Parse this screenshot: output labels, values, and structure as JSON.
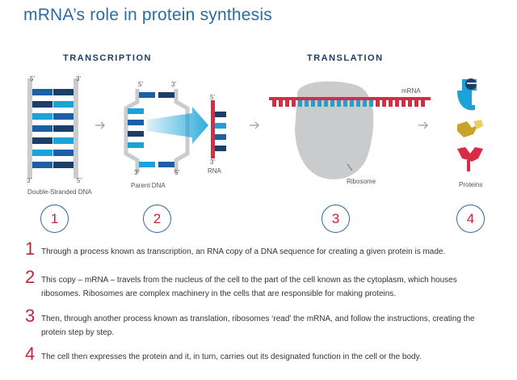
{
  "title": "mRNA’s role in protein synthesis",
  "sections": {
    "transcription": "TRANSCRIPTION",
    "translation": "TRANSLATION"
  },
  "labels": {
    "double_dna": "Double-Stranded DNA",
    "parent_dna": "Parent DNA",
    "rna": "RNA",
    "mrna": "mRNA",
    "ribosome": "Ribosome",
    "proteins": "Proteins",
    "five_prime": "5'",
    "three_prime": "3'"
  },
  "circles": [
    "1",
    "2",
    "3",
    "4"
  ],
  "steps": [
    {
      "num": "1",
      "text": "Through a process known as transcription, an RNA copy of a DNA sequence for creating a given protein is made."
    },
    {
      "num": "2",
      "text": "This copy – mRNA – travels from the nucleus of the cell to the part of the cell known as the cytoplasm, which houses ribosomes. Ribosomes are complex machinery in the cells that are responsible for making proteins."
    },
    {
      "num": "3",
      "text": "Then, through another process known as translation, ribosomes ‘read’ the mRNA, and follow the instructions, creating the protein step by step."
    },
    {
      "num": "4",
      "text": "The cell then expresses the protein and it, in turn, carries out its designated function in the cell or the body."
    }
  ],
  "colors": {
    "dark_blue": "#1b3f66",
    "mid_blue": "#1e5fa3",
    "light_blue": "#1ba3d8",
    "red": "#d92b44",
    "gray": "#c9cbcc",
    "yellow": "#d4a017"
  }
}
